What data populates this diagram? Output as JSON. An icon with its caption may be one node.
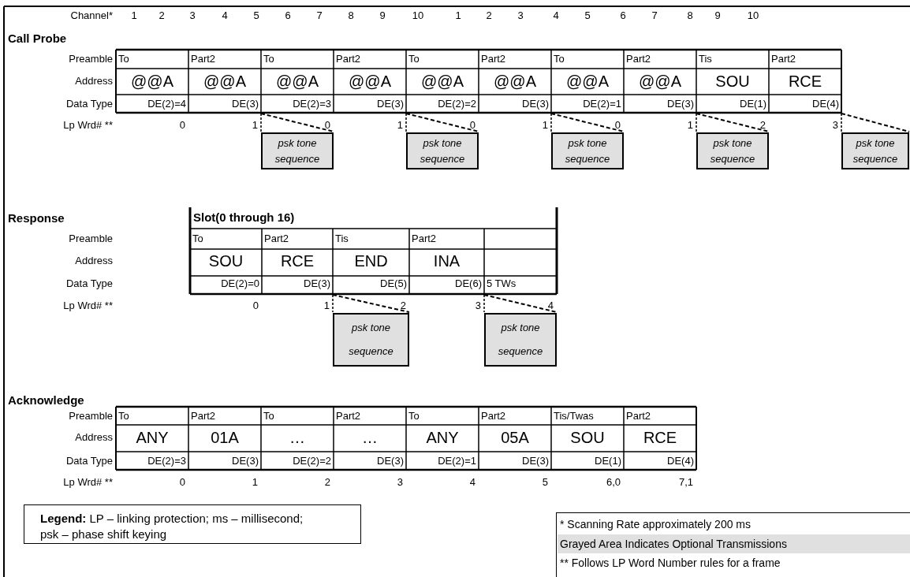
{
  "diagram": {
    "nodes": [
      {
        "text": [
          "psk tone sequence"
        ]
      },
      {
        "text": [
          "psk tone sequence"
        ]
      },
      {
        "text": [
          "psk tone sequence"
        ]
      },
      {
        "text": [
          "psk tone sequence"
        ]
      },
      {
        "text": [
          "psk tone sequence"
        ]
      },
      {
        "text": [
          "psk tone sequence"
        ]
      },
      {
        "text": [
          "psk tone sequence"
        ]
      },
      {
        "text": [
          "**Legend:**  LP – linking protection; ms – millisecond; psk – phase shift keying"
        ]
      }
    ],
    "labels": [
      "Channel*",
      "1",
      "2",
      "3",
      "4",
      "5",
      "6",
      "7",
      "8",
      "9",
      "10",
      "1",
      "2",
      "3",
      "4",
      "5",
      "6",
      "7",
      "8",
      "9",
      "10",
      "Call Probe",
      "Preamble",
      "To",
      "Part2",
      "To",
      "Part2",
      "To",
      "Part2",
      "To",
      "Part2",
      "Tis",
      "Part2",
      "Address",
      "@@A",
      "@@A",
      "@@A",
      "@@A",
      "@@A",
      "@@A",
      "@@A",
      "@@A",
      "SOU",
      "RCE",
      "Data Type",
      "DE(2)=4",
      "DE(3)",
      "DE(2)=3",
      "DE(3)",
      "DE(2)=2",
      "DE(3)",
      "DE(2)=1",
      "DE(3)",
      "DE(1)",
      "DE(4)",
      "Lp Wrd# **",
      "0",
      "1",
      "0",
      "1",
      "0",
      "1",
      "0",
      "1",
      "2",
      "3",
      "Response",
      "Slot(0 through 16)",
      "Preamble",
      "To",
      "Part2",
      "Tis",
      "Part2",
      "Address",
      "SOU",
      "RCE",
      "END",
      "INA",
      "Data Type",
      "DE(2)=0",
      "DE(3)",
      "DE(5)",
      "DE(6)",
      "5 TWs",
      "Lp Wrd# **",
      "0",
      "1",
      "2",
      "3",
      "4",
      "Acknowledge",
      "Preamble",
      "To",
      "Part2",
      "To",
      "Part2",
      "To",
      "Part2",
      "Tis/Twas",
      "Part2",
      "Address",
      "ANY",
      "01A",
      "…",
      "…",
      "ANY",
      "05A",
      "SOU",
      "RCE",
      "Data Type",
      "DE(2)=3",
      "DE(3)",
      "DE(2)=2",
      "DE(3)",
      "DE(2)=1",
      "DE(3)",
      "DE(1)",
      "DE(4)",
      "Lp Wrd# **",
      "0",
      "1",
      "2",
      "3",
      "4",
      "5",
      "6,0",
      "7,1",
      "* Scanning Rate approximately 200 ms",
      "** Follows LP Word Number rules for a frame"
    ],
    "legend": [
      {
        "text": "Grayed Area Indicates Optional Transmissions",
        "color": "#e0e0e0"
      }
    ]
  }
}
